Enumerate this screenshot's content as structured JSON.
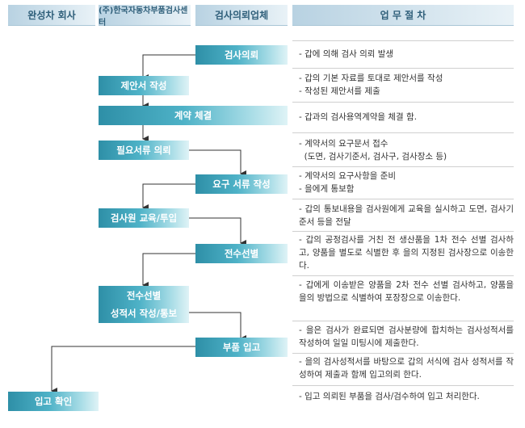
{
  "headers": {
    "maker": "완성차 회사",
    "center": "(주)한국자동차부품검사센터",
    "requester": "검사의뢰업체",
    "procedure": "업 무 절 차"
  },
  "steps": [
    {
      "label": "검사의뢰",
      "desc": [
        "- 갑에 의해 검사 의뢰 발생"
      ]
    },
    {
      "label": "제안서 작성",
      "desc": [
        "- 갑의 기본 자료를 토대로 제안서를 작성",
        "- 작성된 제안서를 제출"
      ]
    },
    {
      "label": "계약 체결",
      "desc": [
        "- 갑과의 검사용역계약을 체결 함."
      ]
    },
    {
      "label": "필요서류 의뢰",
      "desc": [
        "- 계약서의 요구문서 접수",
        "  (도면, 검사기준서, 검사구, 검사장소 등)"
      ]
    },
    {
      "label": "요구 서류 작성",
      "desc": [
        "- 계약서의 요구사항을 준비",
        "- 을에게 통보함"
      ]
    },
    {
      "label": "검사원 교육/투입",
      "desc": [
        "- 갑의 통보내용을 검사원에게 교육을 실시하고 도면, 검사기준서 등을 전달"
      ]
    },
    {
      "label": "전수선별",
      "desc": [
        "- 갑의 공정검사를 거친 전 생산품을 1차 전수 선별 검사하고, 양품을 별도로 식별한 후 을의 지정된 검사장으로 이송한다."
      ]
    },
    {
      "label": "전수선별",
      "desc": [
        "- 갑에게 이송받은 양품을 2차 전수 선별 검사하고, 양품을 을의 방법으로 식별하여 포장장으로 이송한다."
      ]
    },
    {
      "label": "성적서 작성/통보",
      "desc": [
        "- 을은 검사가 완료되면 검사분량에 합치하는 검사성적서를 작성하여 일일 미팅시에 제출한다."
      ]
    },
    {
      "label": "부품 입고",
      "desc": [
        "- 을의 검사성적서를 바탕으로 갑의 서식에 검사 성적서를 작성하여 제출과 함께 입고의뢰 한다."
      ]
    },
    {
      "label": "입고 확인",
      "desc": [
        "- 입고 의뢰된 부품을 검사/검수하여 입고 처리한다."
      ]
    }
  ]
}
